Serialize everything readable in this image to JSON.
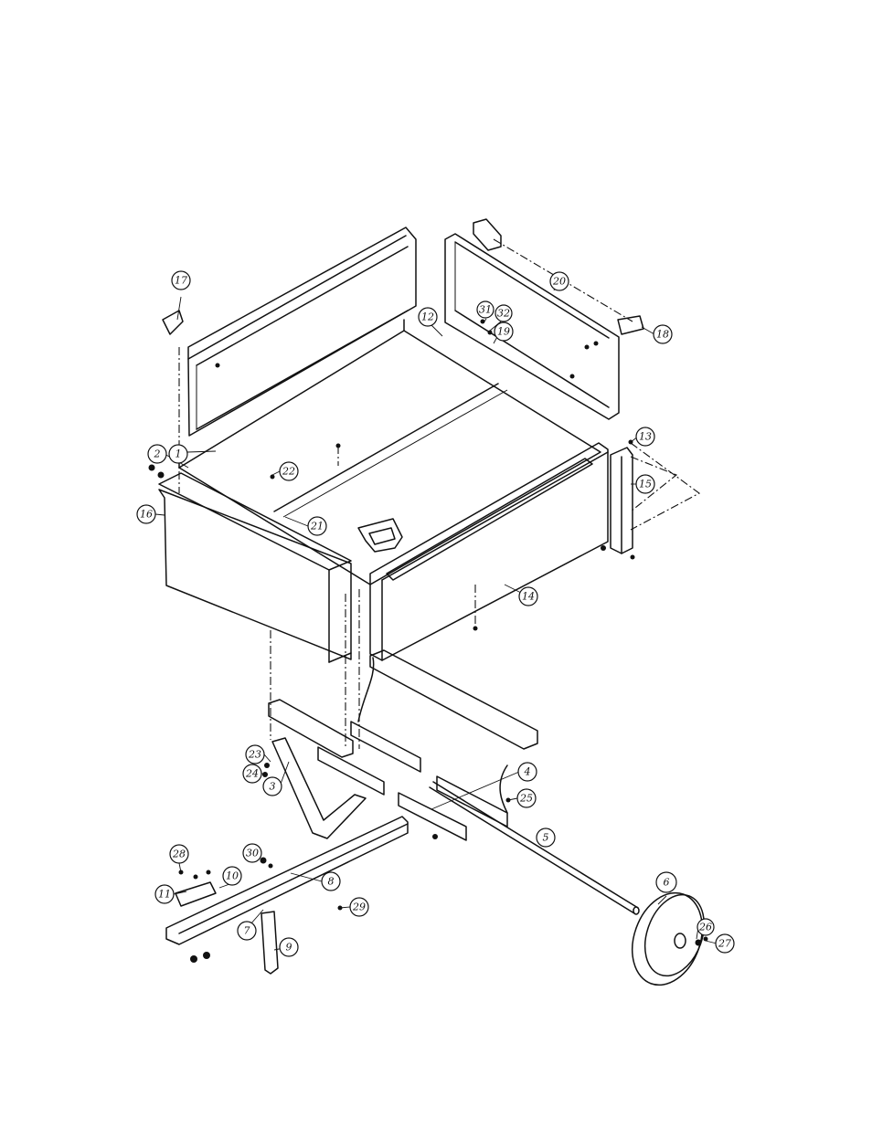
{
  "callouts": [
    {
      "label": "1"
    },
    {
      "label": "2"
    },
    {
      "label": "3"
    },
    {
      "label": "4"
    },
    {
      "label": "5"
    },
    {
      "label": "6"
    },
    {
      "label": "7"
    },
    {
      "label": "8"
    },
    {
      "label": "9"
    },
    {
      "label": "10"
    },
    {
      "label": "11"
    },
    {
      "label": "12"
    },
    {
      "label": "13"
    },
    {
      "label": "14"
    },
    {
      "label": "15"
    },
    {
      "label": "16"
    },
    {
      "label": "17"
    },
    {
      "label": "18"
    },
    {
      "label": "19"
    },
    {
      "label": "20"
    },
    {
      "label": "21"
    },
    {
      "label": "22"
    },
    {
      "label": "23"
    },
    {
      "label": "24"
    },
    {
      "label": "25"
    },
    {
      "label": "26"
    },
    {
      "label": "27"
    },
    {
      "label": "28"
    },
    {
      "label": "29"
    },
    {
      "label": "30"
    },
    {
      "label": "31"
    },
    {
      "label": "32"
    }
  ],
  "colors": {
    "ink": "#111111",
    "paper": "#ffffff"
  }
}
